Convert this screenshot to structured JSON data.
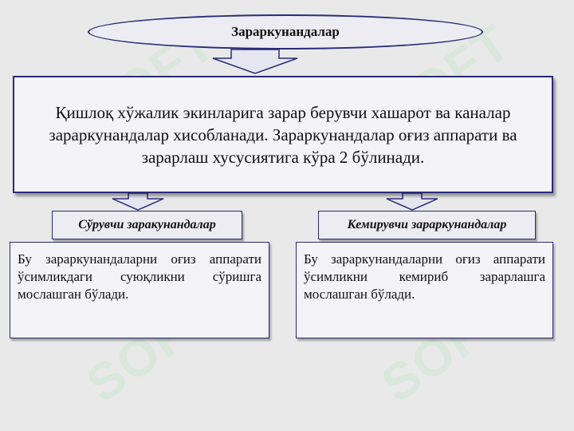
{
  "title": "Зараркунандалар",
  "main_text": "Қишлоқ хўжалик экинларига зарар берувчи хашарот ва каналар зараркунандалар хисобланади. Зараркунандалар оғиз аппарати ва зарарлаш хусусиятига кўра 2 бўлинади.",
  "categories": [
    {
      "label": "Сўрувчи заракунандалар",
      "description": "Бу зараркунандаларни оғиз аппарати ўсимликдаги суюқликни сўришга мослашган бўлади."
    },
    {
      "label": "Кемирувчи зараркунандалар",
      "description": "Бу зараркунандаларни оғиз аппарати ўсимликни кемириб зарарлашга мослашган бўлади."
    }
  ],
  "watermark": "SOFT",
  "colors": {
    "border": "#2a2a78",
    "background": "#e9e9e9",
    "arrow_fill": "#e6e6f0",
    "watermark": "#cfe6d2"
  }
}
